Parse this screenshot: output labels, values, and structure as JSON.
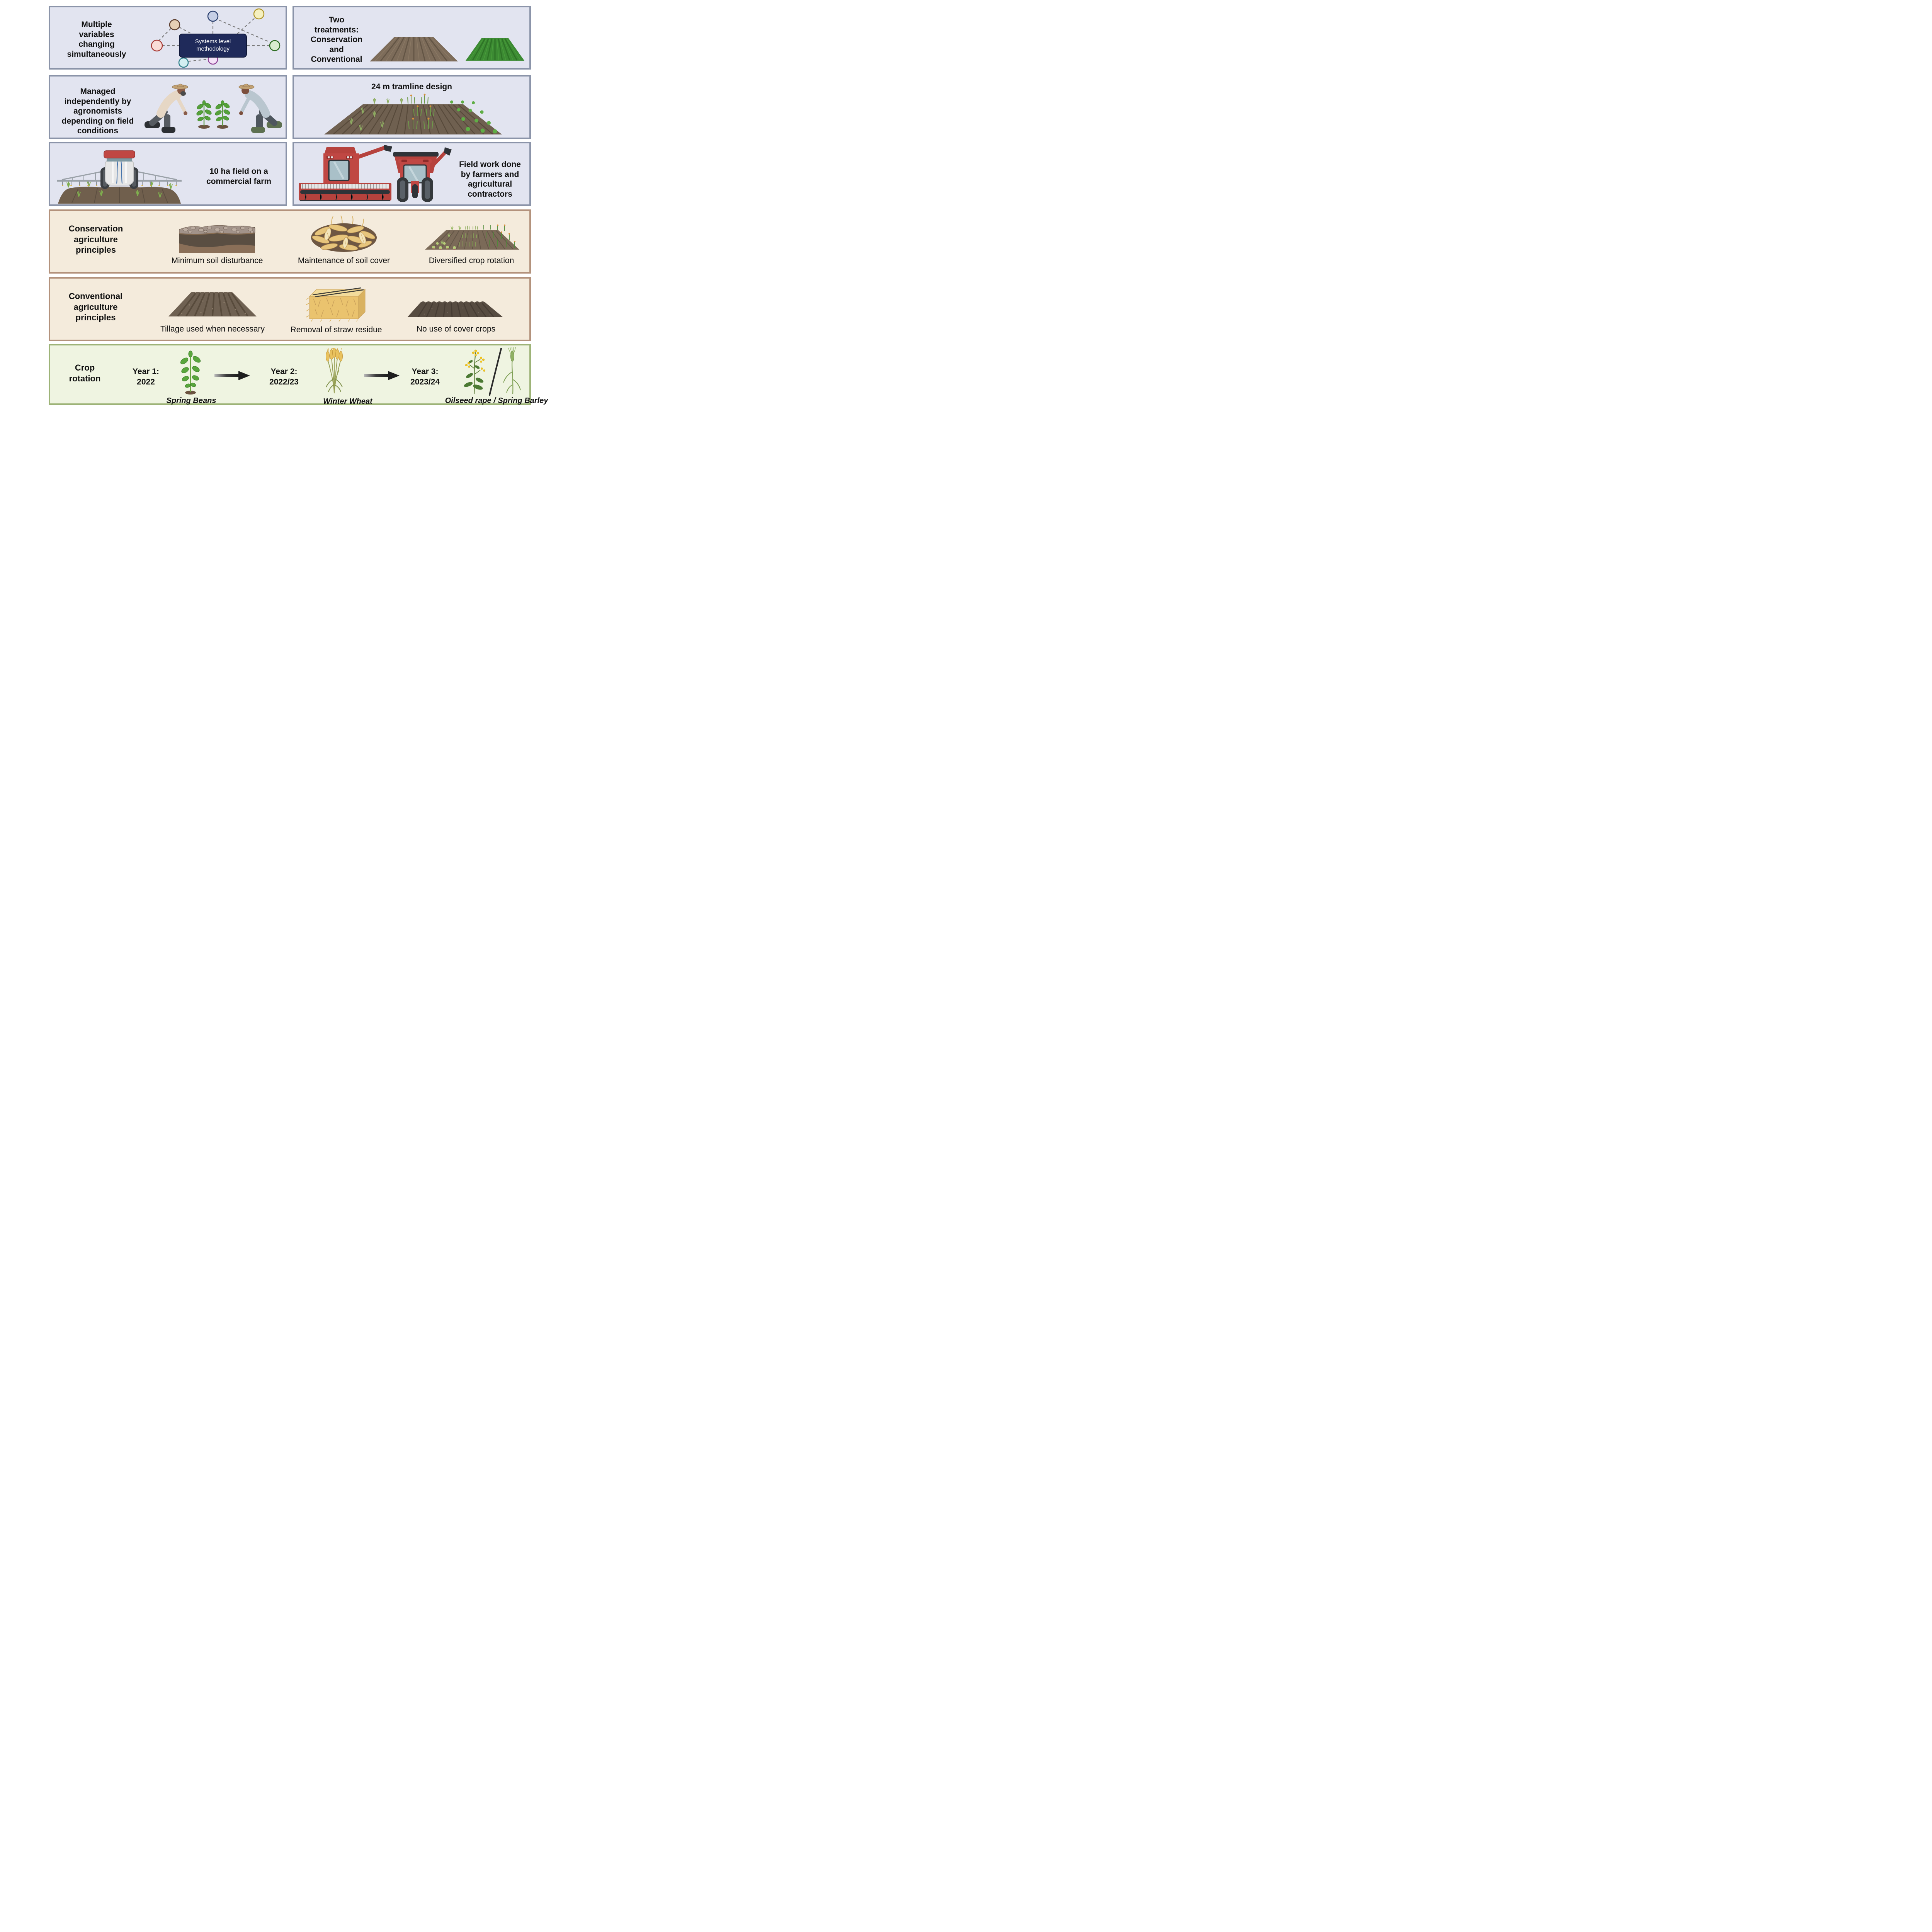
{
  "colors": {
    "panel_blue_bg": "#e2e4f0",
    "panel_blue_border": "#8b94a9",
    "panel_tan_bg": "#f4ebdc",
    "panel_tan_border": "#b3927c",
    "panel_green_bg": "#eff4e1",
    "panel_green_border": "#9db377",
    "center_box_bg": "#1f2a5a",
    "node_blue": "#c6cfe6",
    "node_blue_border": "#2e4371",
    "node_yellow": "#f5f0c0",
    "node_yellow_border": "#b0962a",
    "node_tan": "#e6cfb5",
    "node_tan_border": "#5f4030",
    "node_pink": "#f9dcd7",
    "node_pink_border": "#a83a36",
    "node_green": "#d9eccf",
    "node_green_border": "#2f6d24",
    "node_cyan": "#d3eff1",
    "node_cyan_border": "#2f7f8a",
    "node_purple": "#f4e2f8",
    "node_purple_border": "#8f4297",
    "machine_red": "#c04743",
    "soil_brown": "#7b6a58",
    "field_green": "#3c8a33",
    "straw_gold": "#e9c87b",
    "arrow_dark": "#1e1e1e"
  },
  "panels": {
    "systems": {
      "label": "Multiple variables changing simultaneously",
      "box_label": "Systems level methodology"
    },
    "treatments": {
      "label": "Two treatments: Conservation and Conventional"
    },
    "agronomists": {
      "label": "Managed independently by agronomists depending on field conditions"
    },
    "tramline": {
      "title": "24 m tramline design"
    },
    "commercial_farm": {
      "label": "10 ha field on a commercial farm"
    },
    "field_work": {
      "label": "Field work done by farmers and agricultural contractors"
    },
    "conservation": {
      "title": "Conservation agriculture principles",
      "items": [
        {
          "label": "Minimum soil disturbance"
        },
        {
          "label": "Maintenance of soil cover"
        },
        {
          "label": "Diversified crop rotation"
        }
      ]
    },
    "conventional": {
      "title": "Conventional agriculture principles",
      "items": [
        {
          "label": "Tillage used when necessary"
        },
        {
          "label": "Removal of straw residue"
        },
        {
          "label": "No use of cover crops"
        }
      ]
    },
    "crop_rotation": {
      "title": "Crop rotation",
      "stages": [
        {
          "year": "Year 1:",
          "season": "2022",
          "crop": "Spring Beans"
        },
        {
          "year": "Year 2:",
          "season": "2022/23",
          "crop": "Winter Wheat"
        },
        {
          "year": "Year 3:",
          "season": "2023/24",
          "crop": "Oilseed rape / Spring Barley"
        }
      ]
    }
  }
}
